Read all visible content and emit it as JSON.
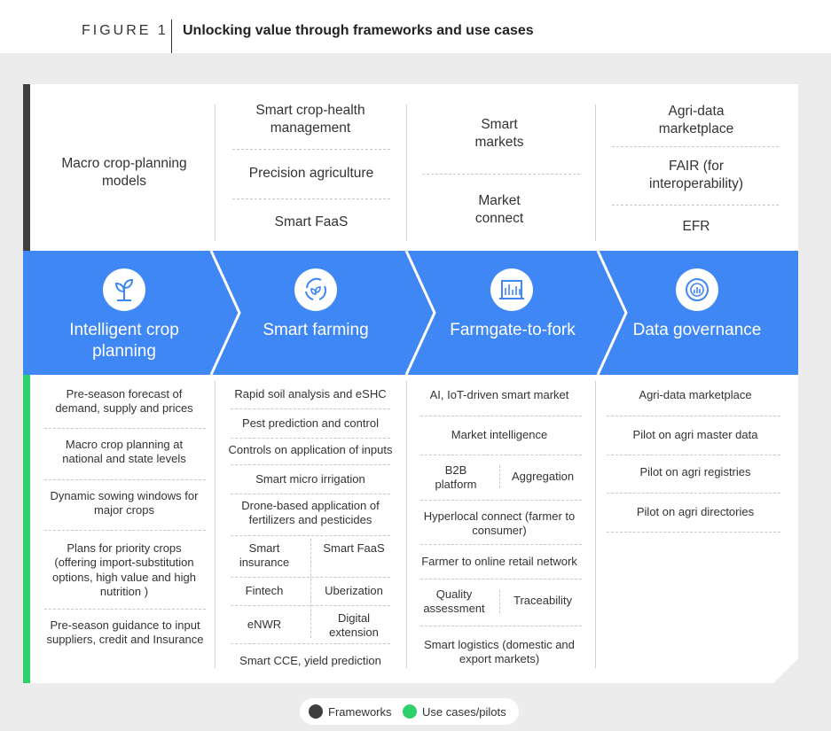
{
  "figure": {
    "label": "FIGURE 1",
    "title": "Unlocking value through frameworks and use cases"
  },
  "colors": {
    "band": "#3f87f5",
    "framework": "#3f3f3f",
    "use_case": "#2ed06e"
  },
  "frameworks": {
    "col1": [
      "Macro crop-planning models"
    ],
    "col2": [
      "Smart crop-health management",
      "Precision agriculture",
      "Smart FaaS"
    ],
    "col3": [
      "Smart markets",
      "Market connect"
    ],
    "col4": [
      "Agri-data marketplace",
      "FAIR (for interoperability)",
      "EFR"
    ]
  },
  "stages": [
    {
      "icon": "plant-sprout-icon",
      "label": "Intelligent crop planning"
    },
    {
      "icon": "recycle-leaf-icon",
      "label": "Smart farming"
    },
    {
      "icon": "market-stall-icon",
      "label": "Farmgate-to-fork"
    },
    {
      "icon": "data-chart-icon",
      "label": "Data governance"
    }
  ],
  "use_cases": {
    "col1": [
      "Pre-season forecast of demand, supply and prices",
      "Macro crop planning at national and state levels",
      "Dynamic sowing windows for major crops",
      "Plans for priority crops (offering import-substitution options, high value and high nutrition )",
      "Pre-season guidance to input suppliers, credit and Insurance"
    ],
    "col2": {
      "rows": [
        "Rapid soil analysis and eSHC",
        "Pest prediction and control",
        "Controls on application of inputs",
        "Smart micro irrigation",
        "Drone-based application of fertilizers and pesticides"
      ],
      "pairs": [
        [
          "Smart insurance",
          "Smart FaaS"
        ],
        [
          "Fintech",
          "Uberization"
        ],
        [
          "eNWR",
          "Digital extension"
        ]
      ],
      "last": "Smart CCE, yield prediction"
    },
    "col3": {
      "items": [
        "AI, IoT-driven smart market",
        "Market intelligence",
        "Hyperlocal connect (farmer to consumer)",
        "Farmer to online retail network",
        "Smart logistics (domestic and export markets)"
      ],
      "pair1": [
        "B2B platform",
        "Aggregation"
      ],
      "pair2": [
        "Quality assessment",
        "Traceability"
      ]
    },
    "col4": [
      "Agri-data marketplace",
      "Pilot on agri master data",
      "Pilot on agri registries",
      "Pilot on agri directories"
    ]
  },
  "legend": {
    "frameworks": "Frameworks",
    "use_cases": "Use cases/pilots"
  }
}
